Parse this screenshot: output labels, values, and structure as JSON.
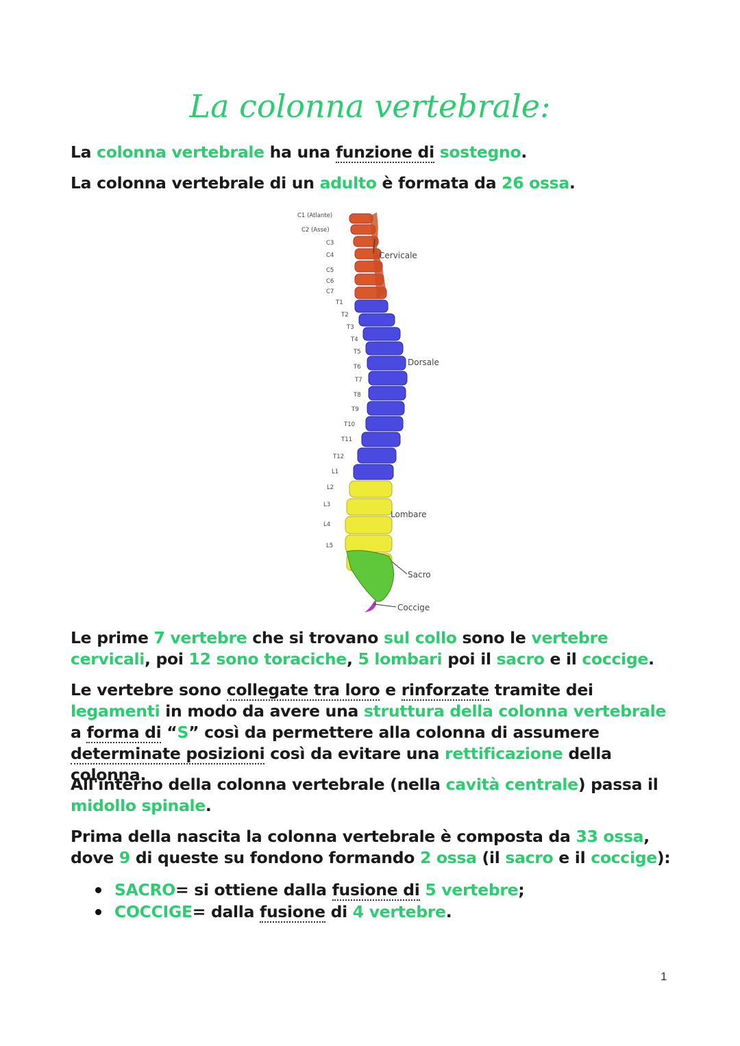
{
  "title": "La colonna vertebrale:",
  "paragraphs": {
    "p1": [
      "La ",
      "colonna vertebrale",
      " ha una ",
      "funzione di",
      " ",
      "sostegno",
      "."
    ],
    "p2": [
      "La colonna vertebrale di un ",
      "adulto",
      " è formata da ",
      "26 ossa",
      "."
    ],
    "p3": [
      "Le prime ",
      "7 vertebre",
      " che si trovano ",
      "sul collo",
      " sono le ",
      "vertebre cervicali",
      ", poi ",
      "12 sono toraciche",
      ", ",
      "5 lombari",
      " poi il ",
      "sacro",
      " e il ",
      "coccige",
      "."
    ],
    "p4": [
      "Le vertebre sono ",
      "collegate tra loro",
      " e ",
      "rinforzate",
      " tramite dei ",
      "legamenti",
      " in modo da avere una ",
      "struttura della colonna vertebrale",
      " a ",
      "forma di",
      " “",
      "S",
      "” così da permettere alla colonna di assumere ",
      "determinate posizioni",
      " così da evitare una ",
      "rettificazione",
      " della colonna."
    ],
    "p5": [
      "All'interno della colonna vertebrale (nella ",
      "cavità centrale",
      ") passa il ",
      "midollo spinale",
      "."
    ],
    "p6": [
      "Prima della nascita la colonna vertebrale è composta da ",
      "33 ossa",
      ", dove ",
      "9",
      " di queste su fondono formando ",
      "2 ossa",
      " (il ",
      "sacro",
      " e il ",
      "coccige",
      "):"
    ]
  },
  "bullets": [
    [
      "SACRO",
      "= si ottiene dalla ",
      "fusione di",
      " ",
      "5 vertebre",
      ";"
    ],
    [
      "COCCIGE",
      "= dalla ",
      "fusione",
      " di ",
      "4 vertebre",
      "."
    ]
  ],
  "diagram": {
    "labels_left": [
      "C1 (Atlante)",
      "C2 (Asse)",
      "C3",
      "C4",
      "C5",
      "C6",
      "C7",
      "T1",
      "T2",
      "T3",
      "T4",
      "T5",
      "T6",
      "T7",
      "T8",
      "T9",
      "T10",
      "T11",
      "T12",
      "L1",
      "L2",
      "L3",
      "L4",
      "L5"
    ],
    "region_labels": [
      "Cervicale",
      "Dorsale",
      "Lombare",
      "Sacro",
      "Coccige"
    ],
    "colors": {
      "cervical": "#d9582b",
      "thoracic": "#4a4ae0",
      "lumbar": "#eeea3a",
      "sacrum": "#5ec83a",
      "coccyx": "#b23fb5"
    }
  },
  "page_number": "1",
  "colors": {
    "accent": "#2ecc71",
    "text": "#1a1a1a"
  }
}
